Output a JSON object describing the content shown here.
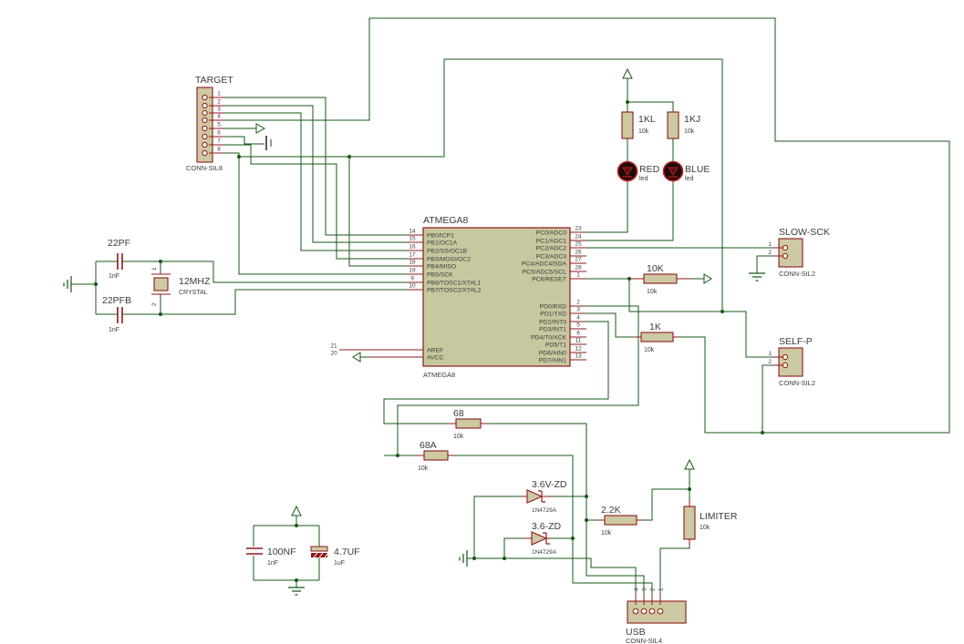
{
  "colors": {
    "wire_green": "#155915",
    "component_outline": "#8b1a1a",
    "component_fill": "#cdc9a3",
    "label_text": "#3b3b3b",
    "led_ring": "#c02020",
    "background": "#ffffff"
  },
  "target": {
    "ref": "TARGET",
    "type": "CONN-SIL8",
    "pins": [
      "1",
      "2",
      "3",
      "4",
      "5",
      "6",
      "7",
      "8"
    ]
  },
  "slow_sck": {
    "ref": "SLOW-SCK",
    "type": "CONN-SIL2",
    "pins": [
      "1",
      "2"
    ]
  },
  "self_p": {
    "ref": "SELF-P",
    "type": "CONN-SIL2",
    "pins": [
      "1",
      "2"
    ]
  },
  "usb": {
    "ref": "USB",
    "type": "CONN-SIL4",
    "pins": [
      "4",
      "3",
      "2",
      "1"
    ]
  },
  "c_22pf": {
    "ref": "22PF",
    "value": "1nF"
  },
  "c_22pfb": {
    "ref": "22PFB",
    "value": "1nF"
  },
  "c_100nf": {
    "ref": "100NF",
    "value": "1nF"
  },
  "c_47uf": {
    "ref": "4.7UF",
    "value": "1uF"
  },
  "xtal": {
    "ref": "12MHZ",
    "value": "CRYSTAL",
    "pin1": "1",
    "pin2": "2"
  },
  "r_1kl": {
    "ref": "1KL",
    "value": "10k"
  },
  "r_1kj": {
    "ref": "1KJ",
    "value": "10k"
  },
  "r_10k": {
    "ref": "10K",
    "value": "10k"
  },
  "r_1k": {
    "ref": "1K",
    "value": "10k"
  },
  "r_68": {
    "ref": "68",
    "value": "10k"
  },
  "r_68a": {
    "ref": "68A",
    "value": "10k"
  },
  "r_22k": {
    "ref": "2.2K",
    "value": "10k"
  },
  "r_limiter": {
    "ref": "LIMITER",
    "value": "10k"
  },
  "led_red": {
    "ref": "RED",
    "value": "led"
  },
  "led_blue": {
    "ref": "BLUE",
    "value": "led"
  },
  "d_z1": {
    "ref": "3.6V-ZD",
    "value": "1N4729A"
  },
  "d_z2": {
    "ref": "3.6-ZD",
    "value": "1N4729A"
  },
  "mcu": {
    "ref": "ATMEGA8",
    "ref_bottom": "ATMEGA8",
    "left_pins": [
      {
        "num": "14",
        "name": "PB0/ICP1"
      },
      {
        "num": "15",
        "name": "PB1/OC1A"
      },
      {
        "num": "16",
        "name": "PB2/SS/OC1B"
      },
      {
        "num": "17",
        "name": "PB3/MOSI/OC2"
      },
      {
        "num": "18",
        "name": "PB4/MISO"
      },
      {
        "num": "19",
        "name": "PB5/SCK"
      },
      {
        "num": "9",
        "name": "PB6/TOSC1/XTAL1"
      },
      {
        "num": "10",
        "name": "PB7/TOSC2/XTAL2"
      }
    ],
    "misc_pins": [
      {
        "num": "21",
        "name": "AREF"
      },
      {
        "num": "20",
        "name": "AVCC"
      }
    ],
    "pc_pins": [
      {
        "num": "23",
        "name": "PC0/ADC0"
      },
      {
        "num": "24",
        "name": "PC1/ADC1"
      },
      {
        "num": "25",
        "name": "PC2/ADC2"
      },
      {
        "num": "26",
        "name": "PC3/ADC3"
      },
      {
        "num": "27",
        "name": "PC4/ADC4/SDA"
      },
      {
        "num": "28",
        "name": "PC5/ADC5/SCL"
      },
      {
        "num": "1",
        "name": "PC6/RESET"
      }
    ],
    "pd_pins": [
      {
        "num": "2",
        "name": "PD0/RXD"
      },
      {
        "num": "3",
        "name": "PD1/TXD"
      },
      {
        "num": "4",
        "name": "PD2/INT0"
      },
      {
        "num": "5",
        "name": "PD3/INT1"
      },
      {
        "num": "6",
        "name": "PD4/T0/XCK"
      },
      {
        "num": "11",
        "name": "PD5/T1"
      },
      {
        "num": "12",
        "name": "PD6/AIN0"
      },
      {
        "num": "13",
        "name": "PD7/AIN1"
      }
    ]
  }
}
